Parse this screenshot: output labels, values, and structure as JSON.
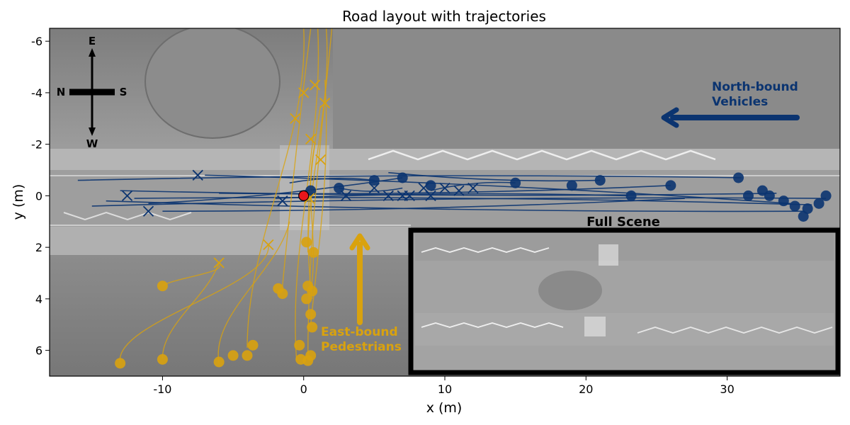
{
  "chart_data": {
    "type": "scatter",
    "title": "Road layout with trajectories",
    "xlabel": "x (m)",
    "ylabel": "y (m)",
    "xlim": [
      -18,
      38
    ],
    "ylim": [
      7,
      -6.5
    ],
    "y_inverted": true,
    "xticks": [
      -10,
      0,
      10,
      20,
      30
    ],
    "yticks": [
      -6,
      -4,
      -2,
      0,
      2,
      4,
      6
    ],
    "grid": false,
    "compass": {
      "north": "N",
      "south": "S",
      "east": "E",
      "west": "W"
    },
    "annotations": {
      "vehicles": [
        "North-bound",
        "Vehicles"
      ],
      "pedestrians": [
        "East-bound",
        "Pedestrians"
      ],
      "inset_title": "Full Scene"
    },
    "colors": {
      "vehicles": "#0b3470",
      "pedestrians": "#d9a20e",
      "reference": "#e8161b",
      "background": "#9a9a9a"
    },
    "reference_point": {
      "x": 0,
      "y": 0
    },
    "series": [
      {
        "name": "North-bound Vehicles",
        "color": "#0b3470",
        "trajectories": [
          {
            "start": [
              36,
              0.35
            ],
            "end": [
              -12,
              0.1
            ]
          },
          {
            "start": [
              35.5,
              0.6
            ],
            "end": [
              -14,
              0.2
            ]
          },
          {
            "start": [
              34.5,
              0.3
            ],
            "end": [
              -7,
              -0.8
            ]
          },
          {
            "start": [
              33.5,
              -0.1
            ],
            "end": [
              -13,
              -0.2
            ]
          },
          {
            "start": [
              31,
              -0.7
            ],
            "end": [
              -16,
              -0.6
            ]
          },
          {
            "start": [
              27,
              0.1
            ],
            "end": [
              -10,
              0.6
            ]
          },
          {
            "start": [
              23,
              0.0
            ],
            "end": [
              -2,
              0.1
            ]
          },
          {
            "start": [
              21,
              -0.6
            ],
            "end": [
              6,
              -0.9
            ]
          },
          {
            "start": [
              15,
              -0.5
            ],
            "end": [
              9,
              -0.2
            ]
          },
          {
            "start": [
              7,
              -0.7
            ],
            "end": [
              -11,
              0.3
            ]
          },
          {
            "start": [
              5,
              -0.6
            ],
            "end": [
              -1,
              -0.5
            ]
          },
          {
            "start": [
              2.5,
              -0.3
            ],
            "end": [
              7,
              -0.3
            ]
          },
          {
            "start": [
              37,
              0.1
            ],
            "end": [
              -15,
              0.4
            ]
          },
          {
            "start": [
              26,
              -0.4
            ],
            "end": [
              -6,
              -0.1
            ]
          }
        ],
        "start_points": [
          [
            37,
            0.0
          ],
          [
            36.5,
            0.3
          ],
          [
            35.7,
            0.5
          ],
          [
            35.4,
            0.8
          ],
          [
            34.8,
            0.4
          ],
          [
            34,
            0.2
          ],
          [
            33,
            0.0
          ],
          [
            32.5,
            -0.2
          ],
          [
            31.5,
            0.0
          ],
          [
            30.8,
            -0.7
          ],
          [
            26,
            -0.4
          ],
          [
            23.2,
            0.0
          ],
          [
            21,
            -0.6
          ],
          [
            19,
            -0.4
          ],
          [
            15,
            -0.5
          ],
          [
            9,
            -0.4
          ],
          [
            7,
            -0.7
          ],
          [
            5,
            -0.6
          ],
          [
            2.5,
            -0.3
          ],
          [
            0.5,
            -0.2
          ]
        ],
        "end_points": [
          [
            -12.5,
            0.0
          ],
          [
            -11,
            0.6
          ],
          [
            -7.5,
            -0.8
          ],
          [
            -1.5,
            0.2
          ],
          [
            3,
            0.0
          ],
          [
            5,
            -0.3
          ],
          [
            6,
            0.0
          ],
          [
            7,
            0.0
          ],
          [
            7.5,
            0.0
          ],
          [
            8.5,
            -0.3
          ],
          [
            9,
            0.0
          ],
          [
            10,
            -0.3
          ],
          [
            11,
            -0.2
          ],
          [
            12,
            -0.3
          ]
        ]
      },
      {
        "name": "East-bound Pedestrians",
        "color": "#d9a20e",
        "trajectories": [
          {
            "start": [
              -13,
              6.5
            ],
            "end": [
              -2.5,
              1.9
            ]
          },
          {
            "start": [
              -10,
              6.3
            ],
            "end": [
              -6,
              2.6
            ]
          },
          {
            "start": [
              -10,
              3.5
            ],
            "end": [
              -6,
              2.7
            ]
          },
          {
            "start": [
              -6,
              6.5
            ],
            "end": [
              -1,
              1.0
            ]
          },
          {
            "start": [
              -4,
              5.9
            ],
            "end": [
              0,
              -6.5
            ]
          },
          {
            "start": [
              -1.5,
              3.5
            ],
            "end": [
              0.5,
              -6.5
            ]
          },
          {
            "start": [
              -0.5,
              6.4
            ],
            "end": [
              1,
              -6.5
            ]
          },
          {
            "start": [
              0.3,
              6.3
            ],
            "end": [
              2,
              -6.5
            ]
          },
          {
            "start": [
              0.5,
              5.0
            ],
            "end": [
              1.5,
              -4.5
            ]
          },
          {
            "start": [
              0.6,
              4.0
            ],
            "end": [
              1.2,
              -3.5
            ]
          },
          {
            "start": [
              0.3,
              2.2
            ],
            "end": [
              1.6,
              -6.5
            ]
          },
          {
            "start": [
              0.5,
              3.7
            ],
            "end": [
              0.8,
              -2.0
            ]
          }
        ],
        "start_points": [
          [
            -13,
            6.5
          ],
          [
            -10,
            6.35
          ],
          [
            -10,
            3.5
          ],
          [
            -6,
            6.45
          ],
          [
            -5,
            6.2
          ],
          [
            -4,
            6.2
          ],
          [
            -3.6,
            5.8
          ],
          [
            -1.8,
            3.6
          ],
          [
            -1.5,
            3.8
          ],
          [
            -0.3,
            5.8
          ],
          [
            -0.2,
            6.35
          ],
          [
            0.3,
            6.4
          ],
          [
            0.5,
            6.2
          ],
          [
            0.6,
            5.1
          ],
          [
            0.5,
            4.6
          ],
          [
            0.2,
            4.0
          ],
          [
            0.6,
            3.7
          ],
          [
            0.3,
            3.5
          ],
          [
            0.7,
            2.2
          ],
          [
            0.2,
            1.8
          ]
        ],
        "end_points": [
          [
            -2.5,
            1.9
          ],
          [
            -6,
            2.6
          ],
          [
            0,
            -4.0
          ],
          [
            0.8,
            -4.3
          ],
          [
            1.5,
            -3.6
          ],
          [
            -0.6,
            -3.0
          ],
          [
            0.5,
            -2.2
          ],
          [
            1.2,
            -1.4
          ],
          [
            0.4,
            0.1
          ]
        ]
      }
    ]
  }
}
